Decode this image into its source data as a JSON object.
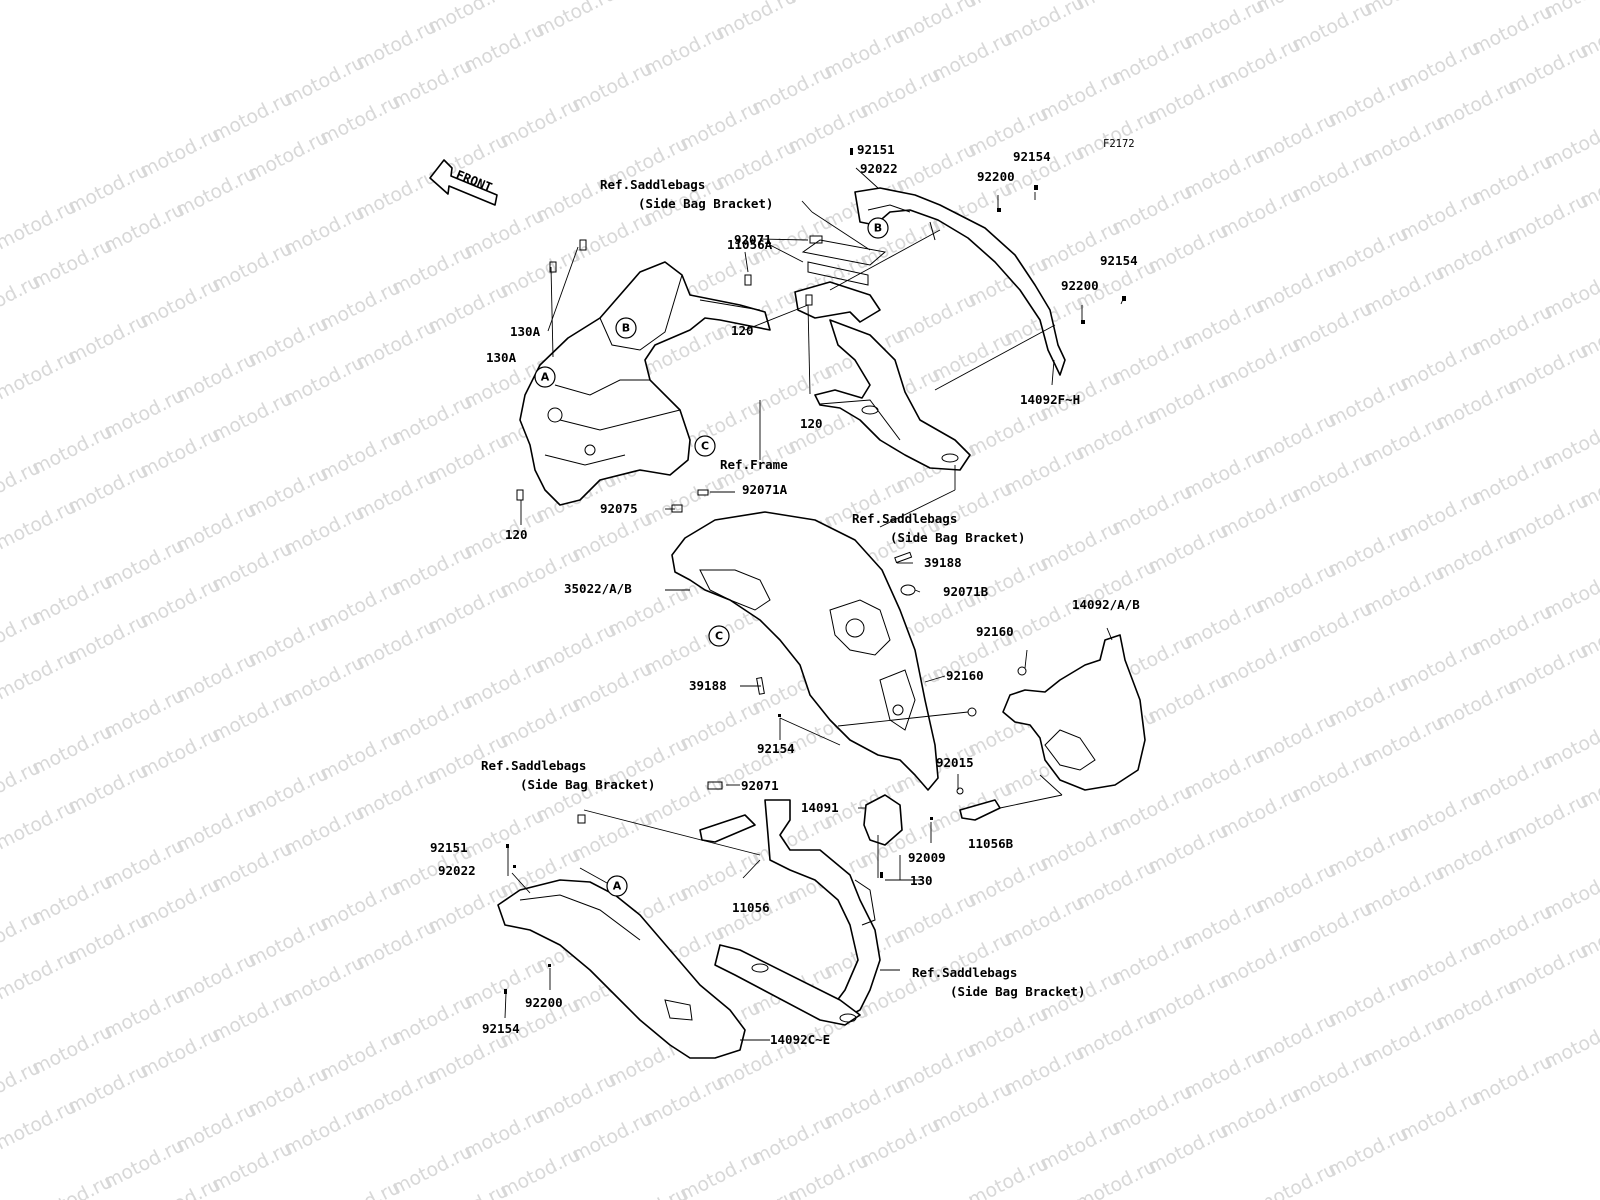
{
  "watermark": "motod.ru",
  "figure_code": "F2172",
  "front_label": "FRONT",
  "labels": [
    {
      "id": "l1",
      "text": "92151"
    },
    {
      "id": "l2",
      "text": "92022"
    },
    {
      "id": "l3",
      "text": "92154"
    },
    {
      "id": "l4",
      "text": "92200"
    },
    {
      "id": "l5",
      "text": "Ref.Saddlebags"
    },
    {
      "id": "l6",
      "text": "(Side Bag Bracket)"
    },
    {
      "id": "l7",
      "text": "92071"
    },
    {
      "id": "l8",
      "text": "11056A"
    },
    {
      "id": "l9",
      "text": "92154"
    },
    {
      "id": "l10",
      "text": "92200"
    },
    {
      "id": "l11",
      "text": "130A"
    },
    {
      "id": "l12",
      "text": "130A"
    },
    {
      "id": "l13",
      "text": "120"
    },
    {
      "id": "l14",
      "text": "120"
    },
    {
      "id": "l15",
      "text": "14092F~H"
    },
    {
      "id": "l16",
      "text": "Ref.Frame"
    },
    {
      "id": "l17",
      "text": "92071A"
    },
    {
      "id": "l18",
      "text": "92075"
    },
    {
      "id": "l19",
      "text": "120"
    },
    {
      "id": "l20",
      "text": "Ref.Saddlebags"
    },
    {
      "id": "l21",
      "text": "(Side Bag Bracket)"
    },
    {
      "id": "l22",
      "text": "39188"
    },
    {
      "id": "l23",
      "text": "35022/A/B"
    },
    {
      "id": "l24",
      "text": "92071B"
    },
    {
      "id": "l25",
      "text": "14092/A/B"
    },
    {
      "id": "l26",
      "text": "92160"
    },
    {
      "id": "l27",
      "text": "92160"
    },
    {
      "id": "l28",
      "text": "39188"
    },
    {
      "id": "l29",
      "text": "92154"
    },
    {
      "id": "l30",
      "text": "92015"
    },
    {
      "id": "l31",
      "text": "Ref.Saddlebags"
    },
    {
      "id": "l32",
      "text": "(Side Bag Bracket)"
    },
    {
      "id": "l33",
      "text": "92071"
    },
    {
      "id": "l34",
      "text": "14091"
    },
    {
      "id": "l35",
      "text": "92009"
    },
    {
      "id": "l36",
      "text": "11056B"
    },
    {
      "id": "l37",
      "text": "92151"
    },
    {
      "id": "l38",
      "text": "92022"
    },
    {
      "id": "l39",
      "text": "130"
    },
    {
      "id": "l40",
      "text": "11056"
    },
    {
      "id": "l41",
      "text": "Ref.Saddlebags"
    },
    {
      "id": "l42",
      "text": "(Side Bag Bracket)"
    },
    {
      "id": "l43",
      "text": "92200"
    },
    {
      "id": "l44",
      "text": "92154"
    },
    {
      "id": "l45",
      "text": "14092C~E"
    }
  ],
  "callouts": [
    {
      "id": "c1",
      "text": "B"
    },
    {
      "id": "c2",
      "text": "B"
    },
    {
      "id": "c3",
      "text": "A"
    },
    {
      "id": "c4",
      "text": "C"
    },
    {
      "id": "c5",
      "text": "C"
    },
    {
      "id": "c6",
      "text": "A"
    }
  ]
}
